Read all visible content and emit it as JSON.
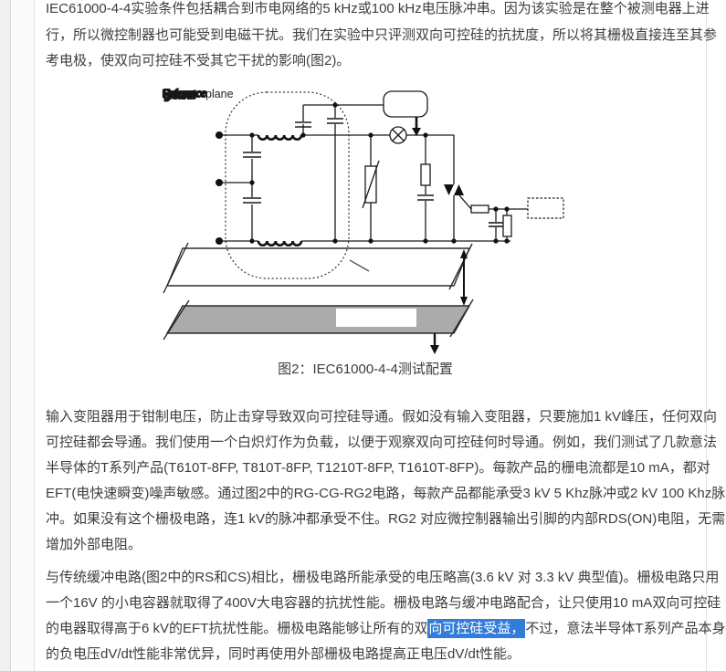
{
  "colors": {
    "selection_bg": "#327dd7",
    "selection_text": "#ffffff",
    "ground_plane_fill": "#ababab",
    "body_text": "#3d3d3d"
  },
  "paragraph1": {
    "lines": [
      "IEC61000-4-4实验条件包括耦合到市电网络的5 kHz或100 kHz电压脉冲串。因为该实验是在整个被测电器上进",
      "行，所以微控制器也可能受到电磁干扰。我们在实验中只评测双向可控硅的抗扰度，所以将其栅极直接连至其参",
      "考电极，使双向可控硅不受其它干扰的影响(图2)。"
    ]
  },
  "diagram": {
    "corner_label": {
      "layer_a": "Reference",
      "layer_b": "ground",
      "suffix": "plane"
    },
    "caption": "图2：IEC61000-4-4测试配置"
  },
  "paragraph2": {
    "lines": [
      "输入变阻器用于钳制电压，防止击穿导致双向可控硅导通。假如没有输入变阻器，只要施加1 kV峰压，任何双向",
      "可控硅都会导通。我们使用一个白炽灯作为负载，以便于观察双向可控硅何时导通。例如，我们测试了几款意法",
      "半导体的T系列产品(T610T-8FP, T810T-8FP, T1210T-8FP, T1610T-8FP)。每款产品的栅电流都是10 mA，都对",
      "EFT(电快速瞬变)噪声敏感。通过图2中的RG-CG-RG2电路，每款产品都能承受3 kV 5 Khz脉冲或2 kV 100 Khz脉",
      "冲。如果没有这个栅极电路，连1 kV的脉冲都承受不住。RG2 对应微控制器输出引脚的内部RDS(ON)电阻，无需",
      "增加外部电阻。"
    ]
  },
  "paragraph3": {
    "lines_before": [
      "与传统缓冲电路(图2中的RS和CS)相比，栅极电路所能承受的电压略高(3.6 kV 对 3.3 kV 典型值)。栅极电路只用",
      "一个16V 的小电容器就取得了400V大电容器的抗扰性能。栅极电路与缓冲电路配合，让只使用10 mA双向可控硅"
    ],
    "line3": {
      "pre": "的电器取得高于6 kV的EFT抗扰性能。栅极电路能够让所有的双",
      "highlight": "向可控硅受益，",
      "post": "不过，意法半导体T系列产品本身"
    },
    "line4": "的负电压dV/dt性能非常优异，同时再使用外部栅极电路提高正电压dV/dt性能。"
  }
}
